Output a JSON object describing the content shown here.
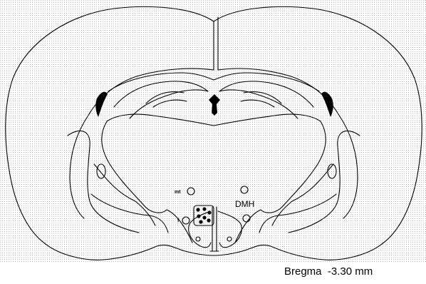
{
  "figure": {
    "labels": {
      "mt": "mt",
      "f": "f",
      "dmh": "DMH"
    },
    "caption": "Bregma  -3.30 mm",
    "injection_site_count": 7
  }
}
